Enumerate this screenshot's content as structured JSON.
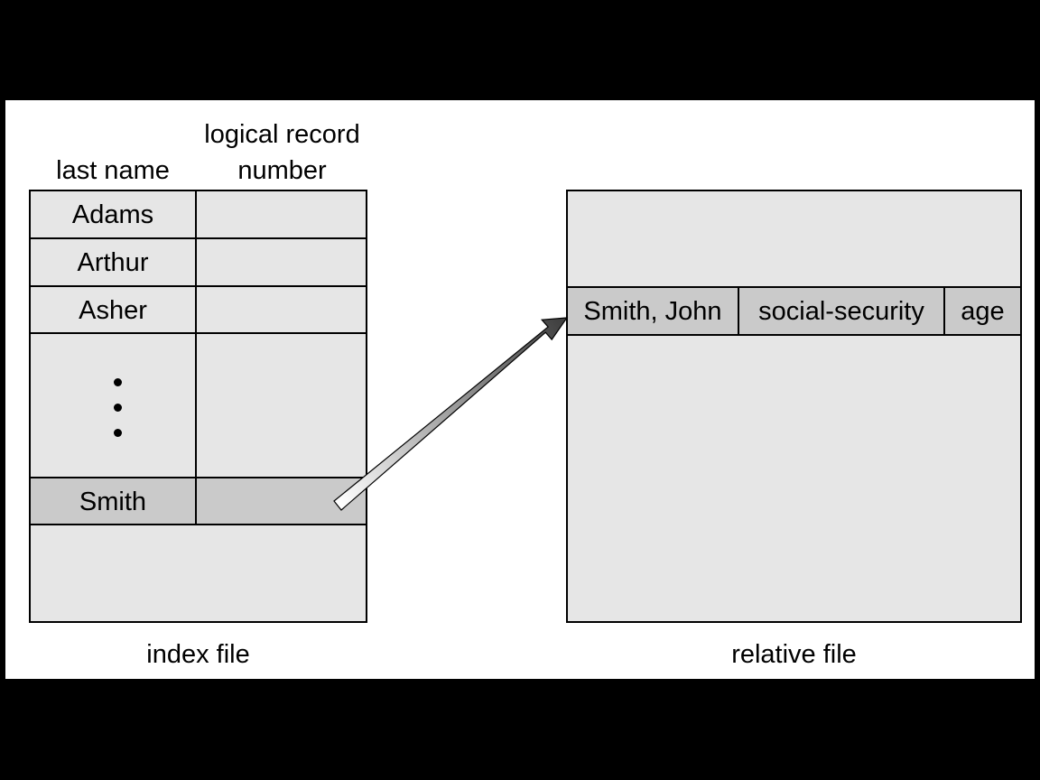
{
  "index_file": {
    "header_last_name": "last name",
    "header_logical_record_line1": "logical record",
    "header_logical_record_line2": "number",
    "rows": [
      "Adams",
      "Arthur",
      "Asher",
      "Smith"
    ],
    "caption": "index file"
  },
  "relative_file": {
    "record_fields": [
      "Smith, John",
      "social-security",
      "age"
    ],
    "caption": "relative file"
  },
  "colors": {
    "background": "#000000",
    "slide": "#ffffff",
    "box_fill": "#e6e6e6",
    "highlight_row": "#cacaca"
  }
}
